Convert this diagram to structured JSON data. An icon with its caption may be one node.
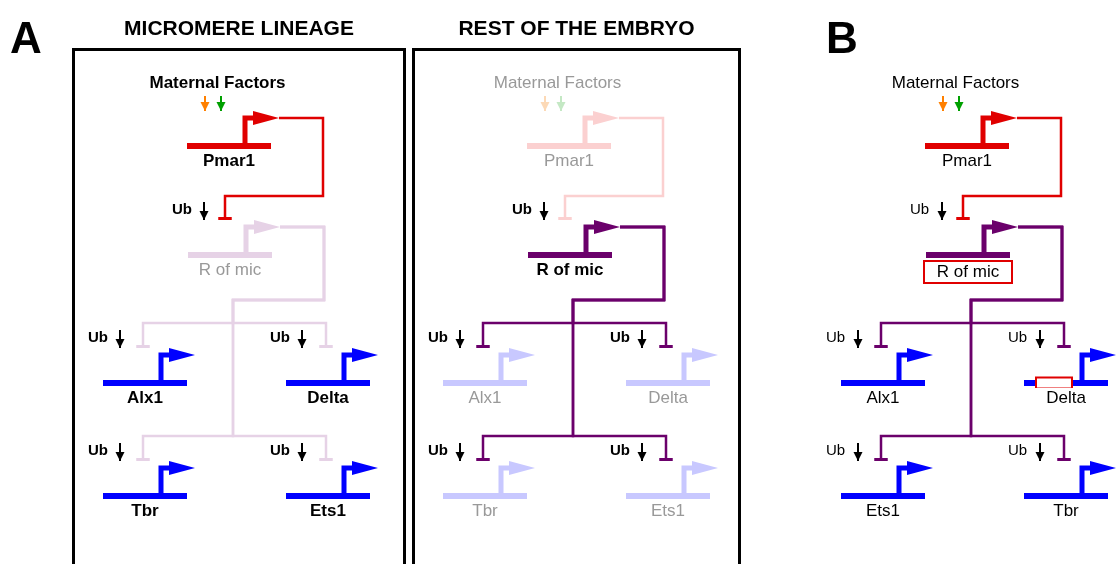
{
  "diagram": {
    "nodes": [
      {
        "text": [
          "MICROMERE LINEAGE"
        ]
      },
      {
        "text": [
          "Maternal Factors"
        ],
        "in": 0
      },
      {
        "text": [
          "Pmar1"
        ],
        "in": 0
      },
      {
        "text": [
          "Ub"
        ],
        "in": 0
      },
      {
        "text": [
          "R of mic"
        ],
        "in": 0
      },
      {
        "text": [
          "Ub"
        ],
        "in": 0
      },
      {
        "text": [
          "Alx1"
        ],
        "in": 0
      },
      {
        "text": [
          "Ub"
        ],
        "in": 0
      },
      {
        "text": [
          "Delta"
        ],
        "in": 0
      },
      {
        "text": [
          "Ub"
        ],
        "in": 0
      },
      {
        "text": [
          "Tbr"
        ],
        "in": 0
      },
      {
        "text": [
          "Ub"
        ],
        "in": 0
      },
      {
        "text": [
          "Ets1"
        ],
        "in": 0
      },
      {
        "text": [
          "REST OF THE EMBRYO"
        ]
      },
      {
        "text": [
          "Maternal Factors"
        ],
        "in": 13
      },
      {
        "text": [
          "Pmar1"
        ],
        "in": 13
      },
      {
        "text": [
          "Ub"
        ],
        "in": 13
      },
      {
        "text": [
          "R of mic"
        ],
        "in": 13
      },
      {
        "text": [
          "Ub"
        ],
        "in": 13
      },
      {
        "text": [
          "Alx1"
        ],
        "in": 13
      },
      {
        "text": [
          "Ub"
        ],
        "in": 13
      },
      {
        "text": [
          "Delta"
        ],
        "in": 13
      },
      {
        "text": [
          "Ub"
        ],
        "in": 13
      },
      {
        "text": [
          "Tbr"
        ],
        "in": 13
      },
      {
        "text": [
          "Ub"
        ],
        "in": 13
      },
      {
        "text": [
          "Ets1"
        ],
        "in": 13
      },
      {
        "text": [
          "Maternal Factors"
        ]
      },
      {
        "text": [
          "Pmar1"
        ]
      },
      {
        "text": [
          "Ub"
        ]
      },
      {
        "text": [
          "R of mic"
        ]
      },
      {
        "text": [
          "Ub"
        ]
      },
      {
        "text": [
          "Alx1"
        ]
      },
      {
        "text": [
          "Ub"
        ]
      },
      {
        "text": [
          "Delta"
        ]
      },
      {
        "text": [
          "Ub"
        ]
      },
      {
        "text": [
          "Ets1"
        ]
      },
      {
        "text": [
          "Ub"
        ]
      },
      {
        "text": [
          "Tbr"
        ]
      }
    ],
    "edges": [
      {
        "from": 1,
        "to": 2,
        "arrow": "to",
        "color": "#ff8000"
      },
      {
        "from": 1,
        "to": 2,
        "arrow": "to",
        "color": "#00a000"
      },
      {
        "from": 2,
        "to": 4,
        "arrow": "other",
        "color": "#e00000"
      },
      {
        "from": 3,
        "to": 4,
        "arrow": "to"
      },
      {
        "from": 4,
        "to": 6,
        "arrow": "other",
        "color": "#e6d2e6"
      },
      {
        "from": 4,
        "to": 8,
        "arrow": "other",
        "color": "#e6d2e6"
      },
      {
        "from": 4,
        "to": 10,
        "arrow": "other",
        "color": "#e6d2e6"
      },
      {
        "from": 4,
        "to": 12,
        "arrow": "other",
        "color": "#e6d2e6"
      },
      {
        "from": 5,
        "to": 6,
        "arrow": "to"
      },
      {
        "from": 7,
        "to": 8,
        "arrow": "to"
      },
      {
        "from": 9,
        "to": 10,
        "arrow": "to"
      },
      {
        "from": 11,
        "to": 12,
        "arrow": "to"
      },
      {
        "from": 14,
        "to": 15,
        "arrow": "to",
        "color": "#fcd9b6"
      },
      {
        "from": 14,
        "to": 15,
        "arrow": "to",
        "color": "#c4e8c4"
      },
      {
        "from": 15,
        "to": 17,
        "arrow": "other",
        "color": "#fbd0d0"
      },
      {
        "from": 16,
        "to": 17,
        "arrow": "to"
      },
      {
        "from": 17,
        "to": 19,
        "arrow": "other",
        "color": "#6b006b"
      },
      {
        "from": 17,
        "to": 21,
        "arrow": "other",
        "color": "#6b006b"
      },
      {
        "from": 17,
        "to": 23,
        "arrow": "other",
        "color": "#6b006b"
      },
      {
        "from": 17,
        "to": 25,
        "arrow": "other",
        "color": "#6b006b"
      },
      {
        "from": 18,
        "to": 19,
        "arrow": "to"
      },
      {
        "from": 20,
        "to": 21,
        "arrow": "to"
      },
      {
        "from": 22,
        "to": 23,
        "arrow": "to"
      },
      {
        "from": 24,
        "to": 25,
        "arrow": "to"
      },
      {
        "from": 26,
        "to": 27,
        "arrow": "to",
        "color": "#ff8000"
      },
      {
        "from": 26,
        "to": 27,
        "arrow": "to",
        "color": "#00a000"
      },
      {
        "from": 27,
        "to": 29,
        "arrow": "other",
        "color": "#e00000"
      },
      {
        "from": 28,
        "to": 29,
        "arrow": "to"
      },
      {
        "from": 29,
        "to": 31,
        "arrow": "other",
        "color": "#6b006b"
      },
      {
        "from": 29,
        "to": 33,
        "arrow": "other",
        "color": "#6b006b"
      },
      {
        "from": 29,
        "to": 35,
        "arrow": "other",
        "color": "#6b006b"
      },
      {
        "from": 29,
        "to": 37,
        "arrow": "other",
        "color": "#6b006b"
      },
      {
        "from": 30,
        "to": 31,
        "arrow": "to"
      },
      {
        "from": 32,
        "to": 33,
        "arrow": "to"
      },
      {
        "from": 34,
        "to": 35,
        "arrow": "to"
      },
      {
        "from": 36,
        "to": 37,
        "arrow": "to"
      }
    ],
    "labels": [
      "A",
      "B"
    ]
  }
}
